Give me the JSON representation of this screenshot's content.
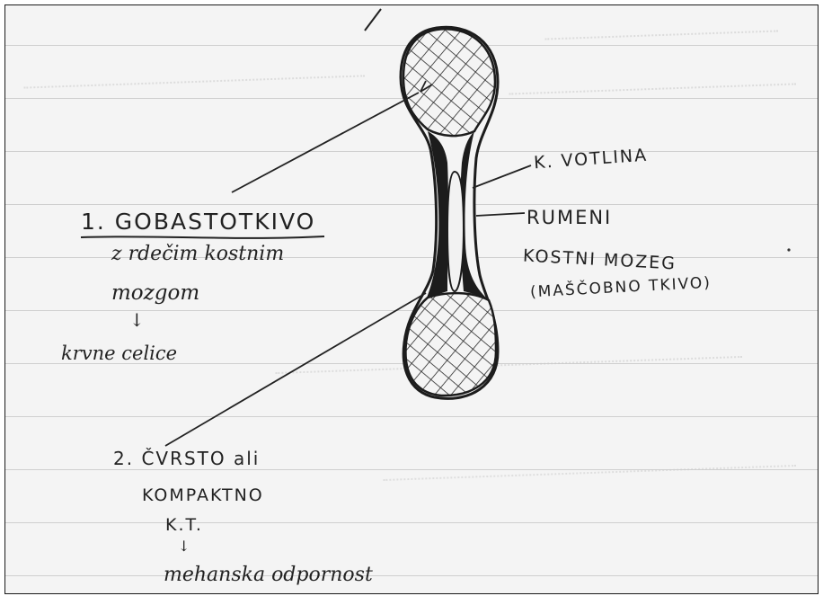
{
  "notes": {
    "label_1_title": "1. GOBASTOTKIVO",
    "label_1_line2": "z rdečim kostnim",
    "label_1_line3": "mozgom",
    "label_1_arrow": "↓",
    "label_1_result": "krvne celice",
    "label_votlina": "K. VOTLINA",
    "label_rumeni": "RUMENI",
    "label_mozeg": "KOSTNI MOZEG",
    "label_mascobno": "(MAŠČOBNO TKIVO)",
    "label_2_line1": "2. ČVRSTO ali",
    "label_2_line2": "KOMPAKTNO",
    "label_2_line3": "K.T.",
    "label_2_arrow": "↓",
    "label_2_result": "mehanska odpornost"
  },
  "colors": {
    "paper": "#f4f4f4",
    "ruling": "#cfcfcf",
    "ink": "#222222",
    "bone_dark": "#1c1c1c"
  },
  "icons": {
    "bone": "long-bone-sketch"
  }
}
